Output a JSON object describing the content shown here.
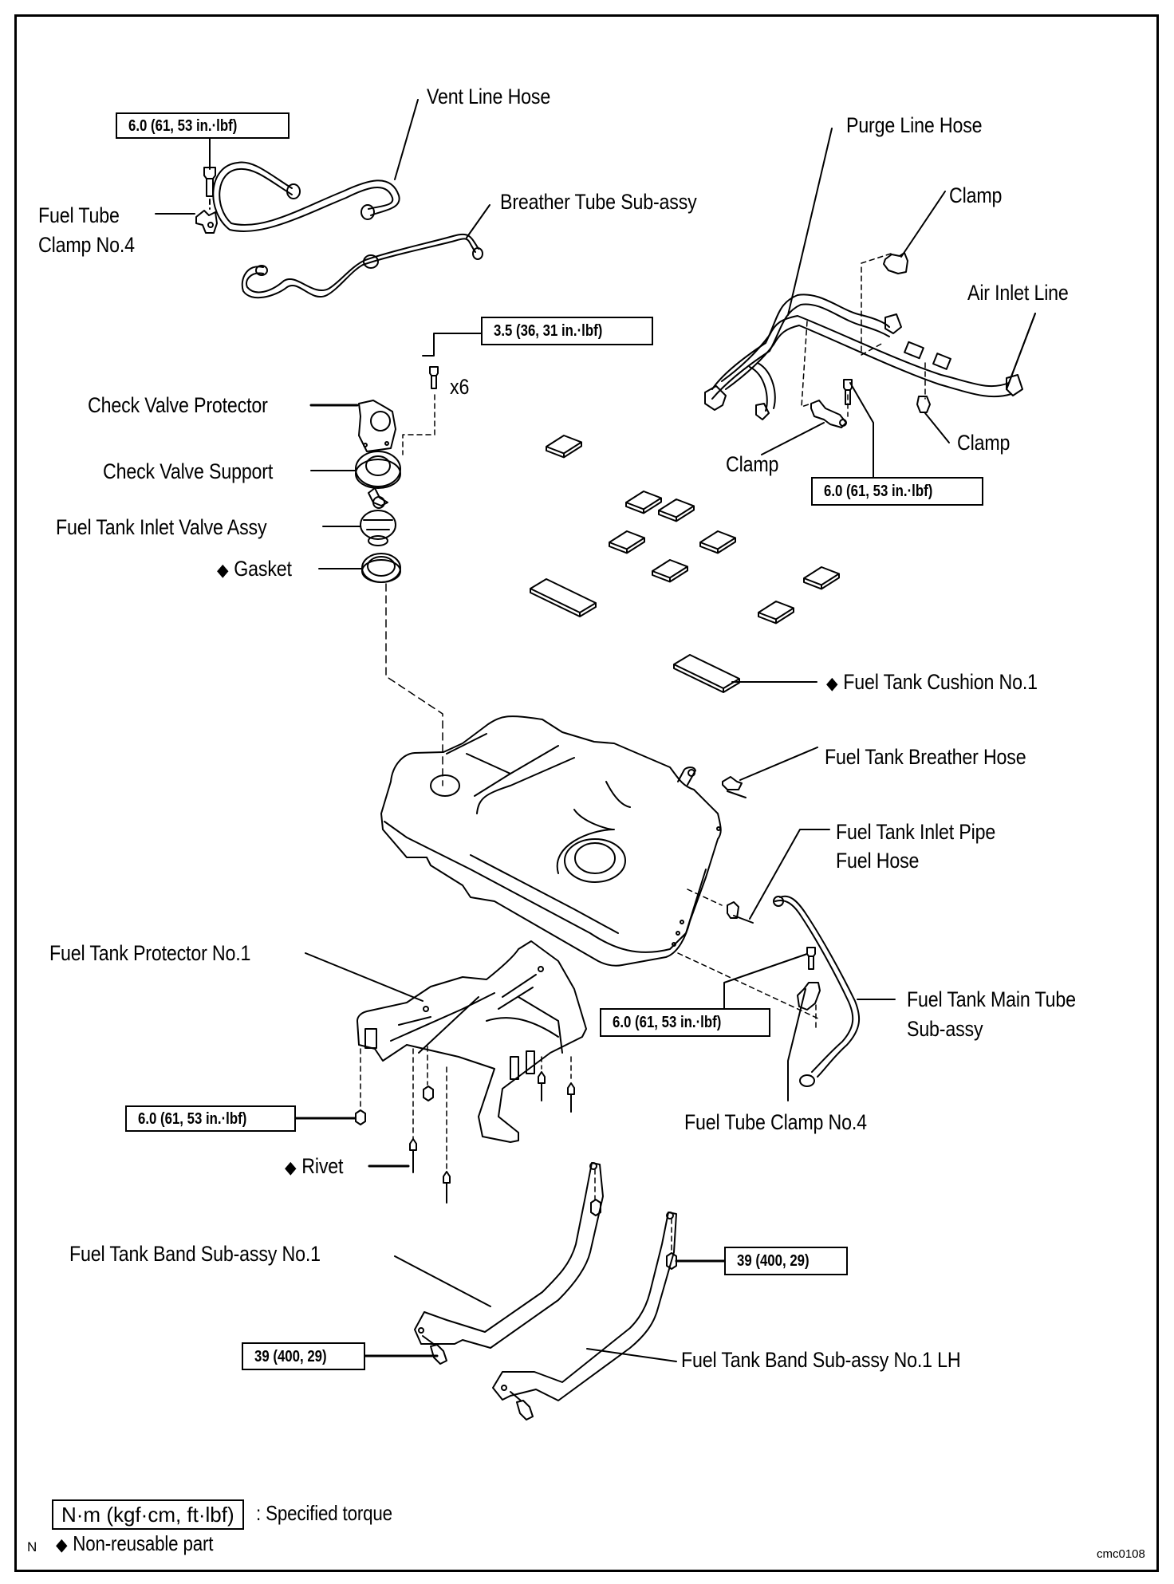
{
  "diagram": {
    "figure_id": "cmc0108",
    "corner_mark": "N",
    "non_reusable_symbol": "◆",
    "labels": {
      "vent_line_hose": "Vent Line Hose",
      "breather_tube": "Breather Tube Sub-assy",
      "fuel_tube_clamp_top_1": "Fuel Tube",
      "fuel_tube_clamp_top_2": "Clamp No.4",
      "purge_line_hose": "Purge Line Hose",
      "clamp_top": "Clamp",
      "air_inlet_line": "Air Inlet Line",
      "clamp_left": "Clamp",
      "clamp_right": "Clamp",
      "check_valve_protector": "Check Valve Protector",
      "check_valve_support": "Check Valve Support",
      "inlet_valve_assy": "Fuel Tank Inlet Valve Assy",
      "gasket": "Gasket",
      "x6": "x6",
      "cushion": "Fuel Tank Cushion No.1",
      "breather_hose": "Fuel Tank Breather Hose",
      "inlet_pipe_1": "Fuel Tank Inlet Pipe",
      "inlet_pipe_2": "Fuel Hose",
      "protector": "Fuel Tank Protector No.1",
      "main_tube_1": "Fuel Tank Main Tube",
      "main_tube_2": "Sub-assy",
      "fuel_tube_clamp_bottom": "Fuel Tube Clamp No.4",
      "rivet": "Rivet",
      "band_no1": "Fuel Tank Band Sub-assy No.1",
      "band_no1_lh": "Fuel Tank Band Sub-assy No.1 LH"
    },
    "torques": {
      "clamp_top_bolt": "6.0 (61, 53 in.·lbf)",
      "check_valve_bolts": "3.5 (36, 31 in.·lbf)",
      "purge_clamp_bolt": "6.0 (61, 53 in.·lbf)",
      "main_tube_bolt": "6.0 (61, 53 in.·lbf)",
      "protector_nut": "6.0 (61, 53 in.·lbf)",
      "band_right": "39 (400, 29)",
      "band_left": "39 (400, 29)"
    },
    "legend": {
      "torque_units": "N·m (kgf·cm, ft·lbf)",
      "torque_desc": ": Specified torque",
      "non_reusable": "Non-reusable part"
    }
  }
}
